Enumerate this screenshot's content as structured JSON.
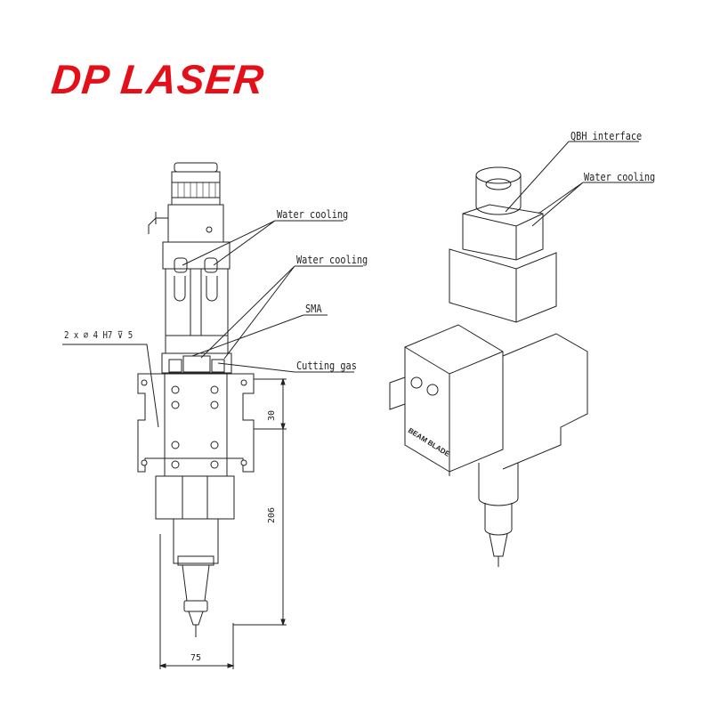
{
  "brand": {
    "logo_text": "DP LASER",
    "color": "#e3101a"
  },
  "labels": {
    "qbh": "QBH interface",
    "water_cooling_right": "Water cooling",
    "water_cooling_1": "Water cooling",
    "water_cooling_2": "Water cooling",
    "sma": "SMA",
    "cutting_gas": "Cutting gas",
    "hole_spec": "2 x ⌀ 4 H7 ⊽ 5"
  },
  "dimensions": {
    "d30": "30",
    "d206": "206",
    "d75": "75"
  },
  "iso_text": "BEAM BLADE"
}
